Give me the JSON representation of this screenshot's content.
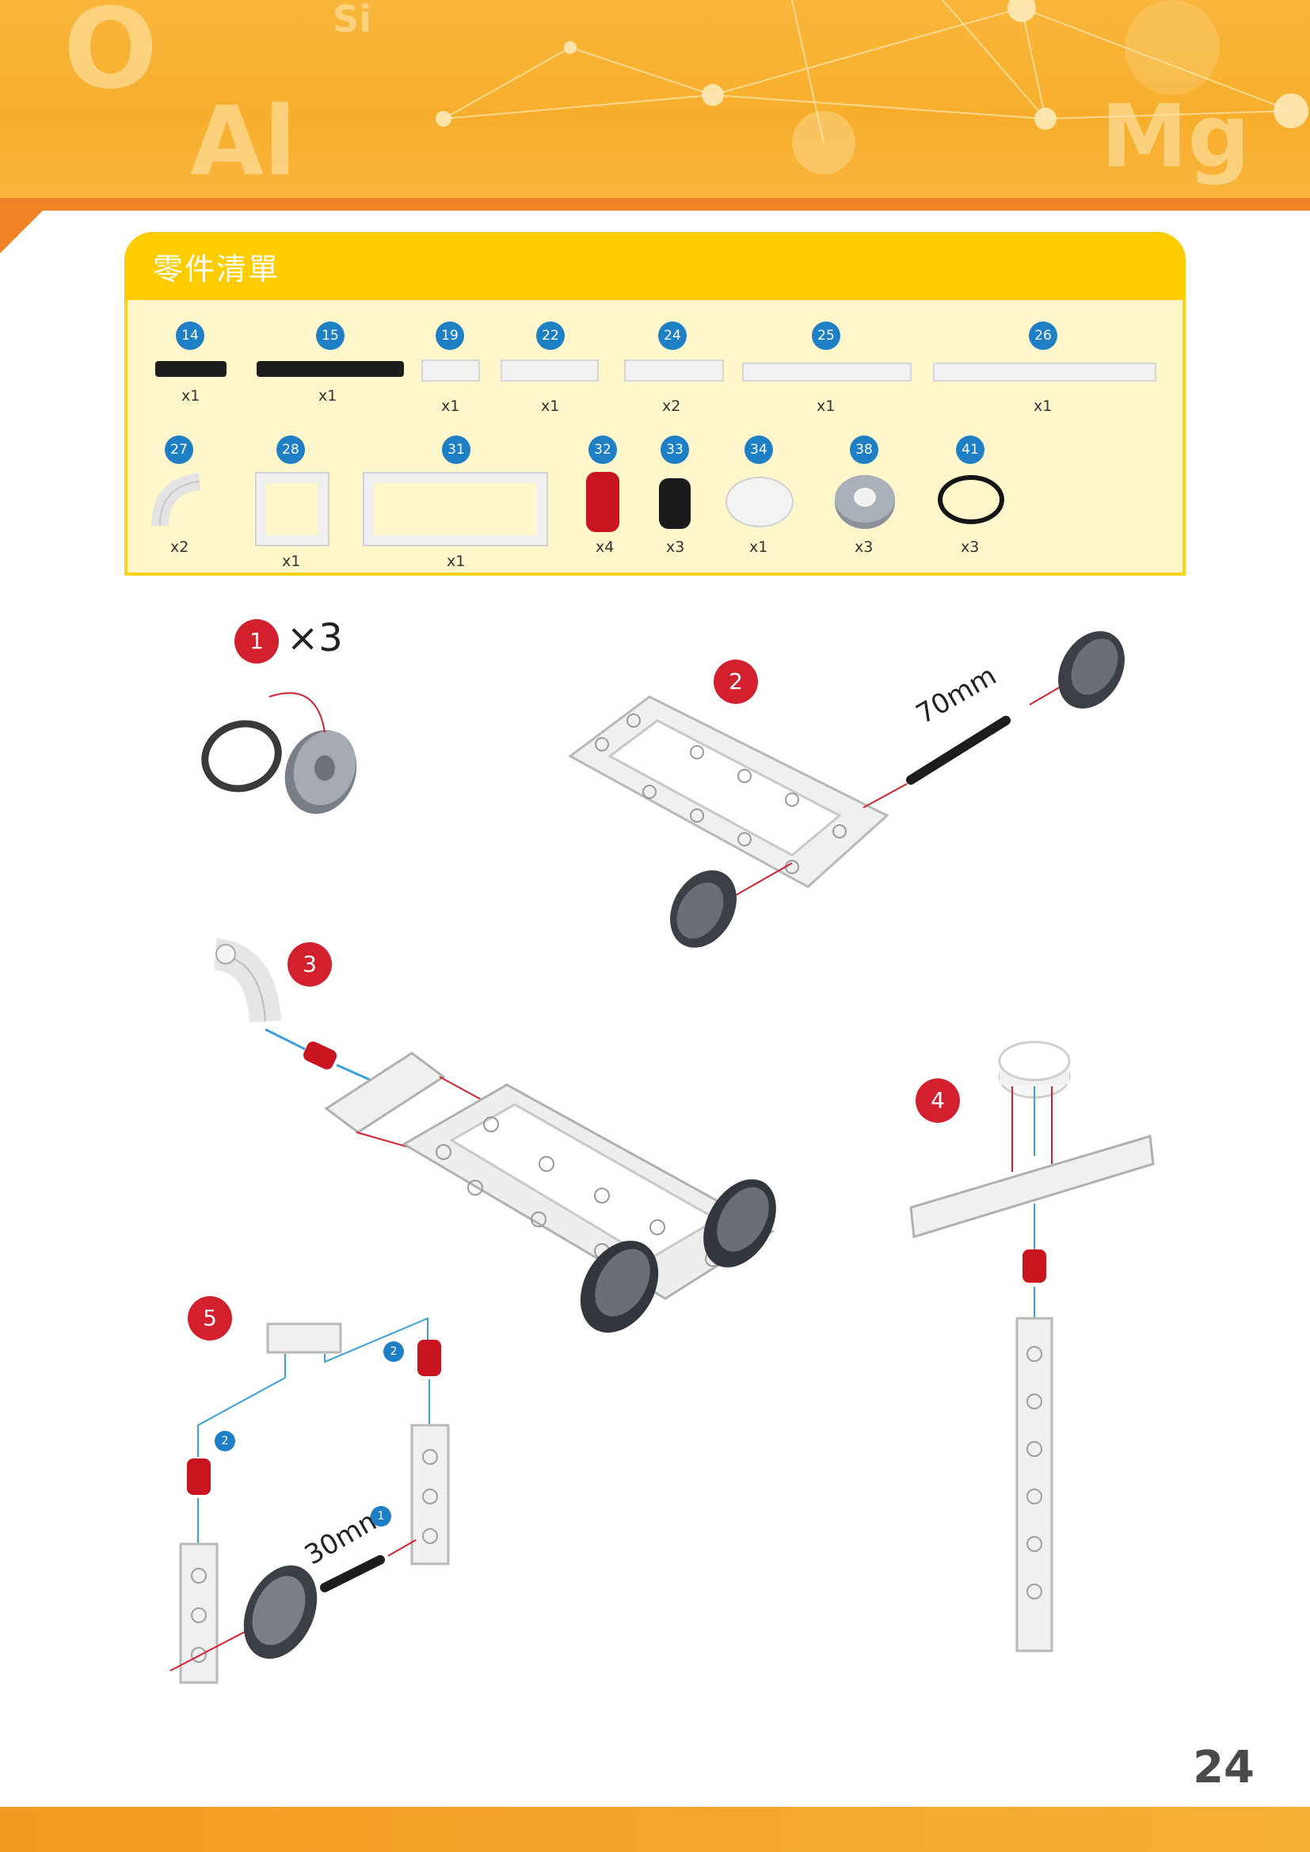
{
  "header": {
    "accent_color": "#f7ae2c",
    "stripe_color": "#ef8325"
  },
  "parts_list": {
    "title": "零件清單",
    "panel_color": "#fff6cc",
    "header_color": "#ffcc00",
    "badge_color": "#1f7fc4",
    "row1": [
      {
        "id": "14",
        "qty": "x1",
        "icon": "short-black-axle-icon"
      },
      {
        "id": "15",
        "qty": "x1",
        "icon": "long-black-axle-icon"
      },
      {
        "id": "19",
        "qty": "x1",
        "icon": "white-beam-3-icon"
      },
      {
        "id": "22",
        "qty": "x1",
        "icon": "white-beam-4-icon"
      },
      {
        "id": "24",
        "qty": "x2",
        "icon": "white-beam-5-icon"
      },
      {
        "id": "25",
        "qty": "x1",
        "icon": "white-beam-11-icon"
      },
      {
        "id": "26",
        "qty": "x1",
        "icon": "white-beam-15-icon"
      }
    ],
    "row2": [
      {
        "id": "27",
        "qty": "x2",
        "icon": "curved-connector-icon"
      },
      {
        "id": "28",
        "qty": "x1",
        "icon": "square-frame-icon"
      },
      {
        "id": "31",
        "qty": "x1",
        "icon": "rectangle-frame-icon"
      },
      {
        "id": "32",
        "qty": "x4",
        "icon": "red-bushing-icon"
      },
      {
        "id": "33",
        "qty": "x3",
        "icon": "black-bushing-icon"
      },
      {
        "id": "34",
        "qty": "x1",
        "icon": "white-pulley-icon"
      },
      {
        "id": "38",
        "qty": "x3",
        "icon": "grey-wheel-hub-icon"
      },
      {
        "id": "41",
        "qty": "x3",
        "icon": "rubber-tire-icon"
      }
    ]
  },
  "steps": [
    {
      "number": "1",
      "multiplier": "×3"
    },
    {
      "number": "2",
      "axle_length": "70mm"
    },
    {
      "number": "3"
    },
    {
      "number": "4"
    },
    {
      "number": "5",
      "axle_length": "30mm",
      "sub_badges": [
        "2",
        "2",
        "1"
      ]
    }
  ],
  "step_badge_color": "#d3202e",
  "page_number": "24",
  "footer_color": "#f39a22"
}
